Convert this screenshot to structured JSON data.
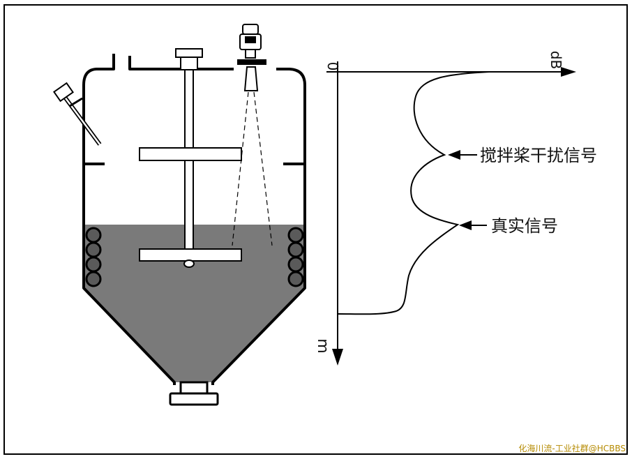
{
  "annotations": {
    "agitator_interference": "搅拌桨干扰信号",
    "true_signal": "真实信号"
  },
  "axes": {
    "origin_label": "0",
    "x_label": "dB",
    "y_label": "m"
  },
  "watermark": "化海川流-工业社群@HCBBS",
  "colors": {
    "line": "#111111",
    "liquid": "#7a7a7a",
    "watermark": "#b58a00"
  }
}
